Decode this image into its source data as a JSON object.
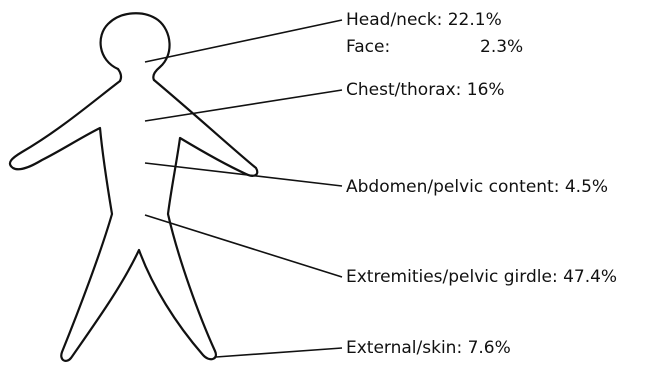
{
  "labels": {
    "head_neck": "Head/neck: 22.1%",
    "face_label": "Face:",
    "face_value": "2.3%",
    "chest": "Chest/thorax: 16%",
    "abdomen": "Abdomen/pelvic content: 4.5%",
    "extremities": "Extremities/pelvic girdle: 47.4%",
    "external": "External/skin: 7.6%"
  },
  "colors": {
    "outline": "#111111",
    "text": "#111111",
    "background": "#ffffff"
  }
}
